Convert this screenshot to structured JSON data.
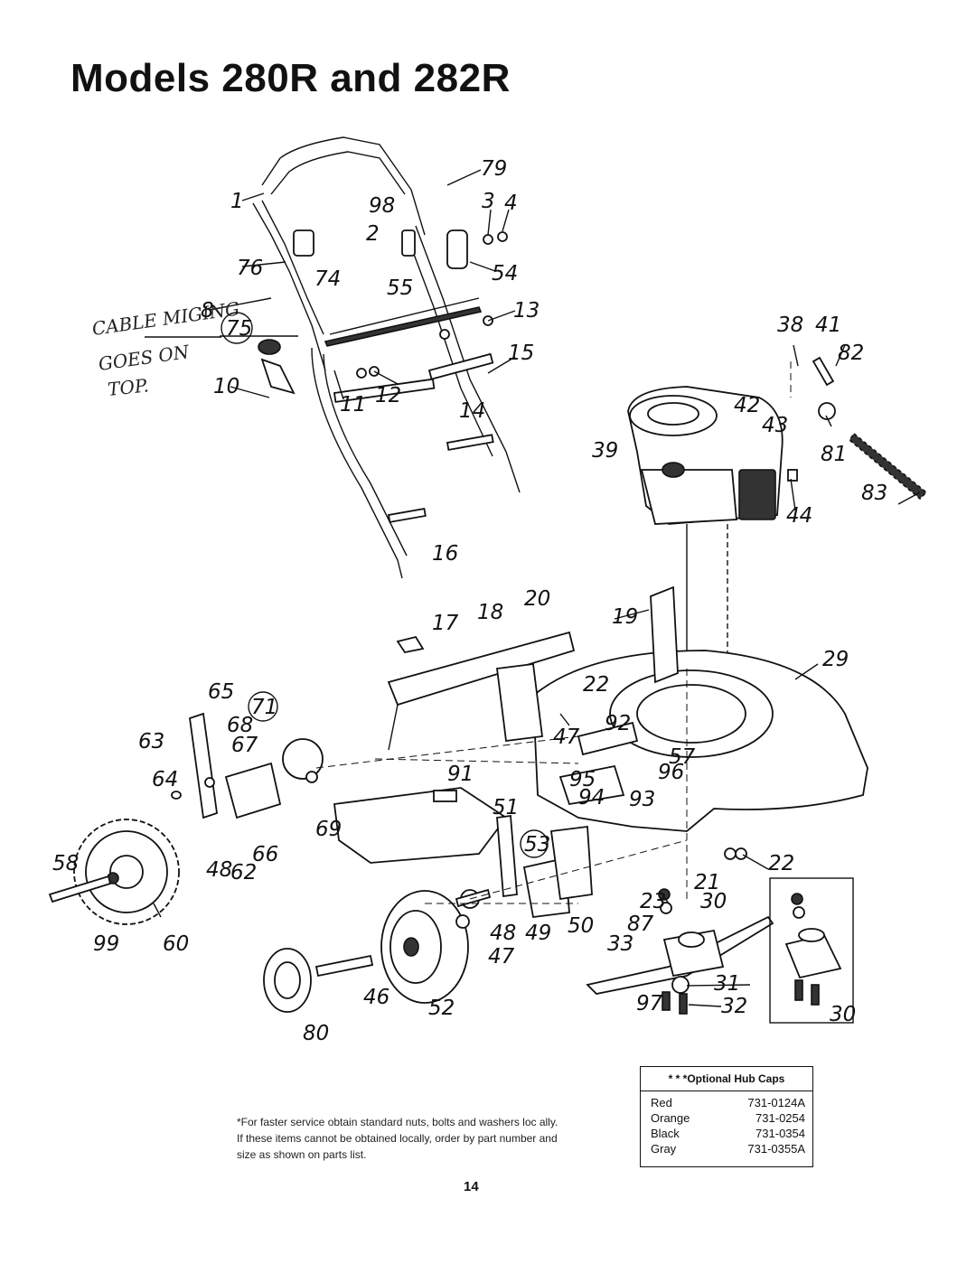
{
  "title": "Models 280R and 282R",
  "handwritten_note": [
    "CABLE MIGING",
    "GOES ON",
    "TOP."
  ],
  "labels": [
    "1",
    "79",
    "98",
    "3",
    "4",
    "2",
    "76",
    "74",
    "54",
    "55",
    "8",
    "75",
    "13",
    "10",
    "11",
    "12",
    "15",
    "14",
    "38",
    "41",
    "82",
    "42",
    "43",
    "39",
    "81",
    "83",
    "44",
    "16",
    "17",
    "18",
    "20",
    "19",
    "29",
    "22",
    "65",
    "71",
    "68",
    "63",
    "67",
    "64",
    "92",
    "47",
    "57",
    "91",
    "96",
    "95",
    "94",
    "93",
    "51",
    "53",
    "69",
    "66",
    "58",
    "48",
    "62",
    "21",
    "22",
    "23",
    "30",
    "87",
    "33",
    "99",
    "60",
    "48",
    "49",
    "50",
    "47",
    "31",
    "97",
    "32",
    "46",
    "52",
    "80",
    "30"
  ],
  "hub_caps": {
    "header": "* * *Optional  Hub Caps",
    "rows": [
      {
        "color": "Red",
        "part": "731-0124A"
      },
      {
        "color": "Orange",
        "part": "731-0254"
      },
      {
        "color": "Black",
        "part": "731-0354"
      },
      {
        "color": "Gray",
        "part": "731-0355A"
      }
    ]
  },
  "footnote": [
    "*For faster service obtain standard nuts, bolts and washers loc ally.",
    "If these items cannot be obtained locally, order by part number and",
    "size as shown on parts list."
  ],
  "page_number": "14"
}
